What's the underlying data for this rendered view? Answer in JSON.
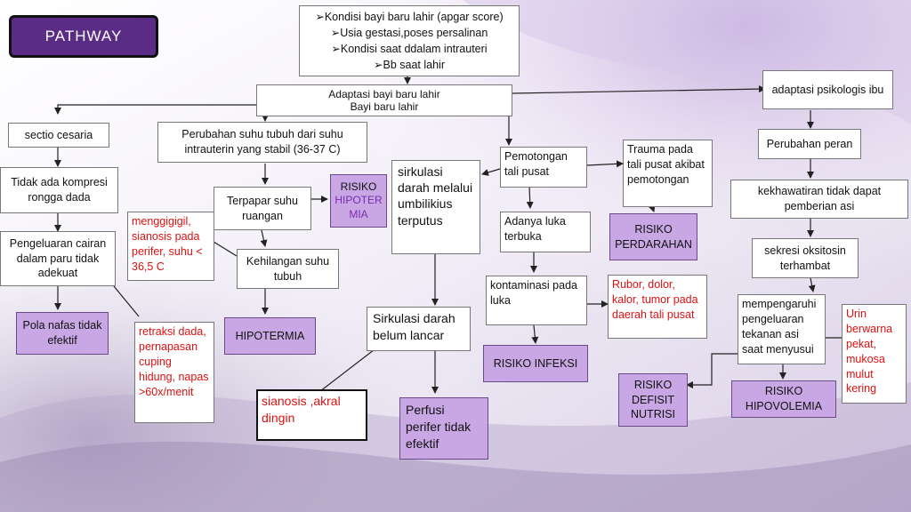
{
  "title": "PATHWAY",
  "nodes": {
    "factors": [
      "Kondisi bayi baru lahir (apgar score)",
      "Usia gestasi,poses persalinan",
      "Kondisi saat ddalam intrauteri",
      "Bb saat lahir"
    ],
    "adaptasi_bbl": "Adaptasi bayi baru lahir\nBayi baru lahir",
    "adaptasi_psikologis": "adaptasi psikologis ibu",
    "sectio": "sectio cesaria",
    "perubahan_suhu": "Perubahan suhu tubuh dari suhu intrauterin yang stabil (36-37 C)",
    "tidak_ada_kompresi": "Tidak ada kompresi rongga dada",
    "pengeluaran_cairan": "Pengeluaran cairan dalam paru tidak adekuat",
    "pola_nafas": "Pola nafas tidak efektif",
    "retraksi": "retraksi dada, pernapasan cuping hidung, napas >60x/menit",
    "terpapar": "Terpapar suhu ruangan",
    "risiko_hipotermia_1": "RISIKO",
    "risiko_hipotermia_2": "HIPOTER",
    "risiko_hipotermia_3": "MIA",
    "menggigil": "menggigigil, sianosis pada perifer, suhu < 36,5 C",
    "kehilangan": "Kehilangan suhu tubuh",
    "hipotermia": "HIPOTERMIA",
    "sirkulasi_terputus": "sirkulasi darah melalui umbilikius terputus",
    "sirkulasi_belum": "Sirkulasi darah belum lancar",
    "sianosis": "sianosis ,akral dingin",
    "perfusi": "Perfusi perifer tidak efektif",
    "pemotongan": "Pemotongan tali pusat",
    "trauma": "Trauma pada tali pusat akibat pemotongan",
    "risiko_perdarahan": "RISIKO PERDARAHAN",
    "luka_terbuka": "Adanya luka terbuka",
    "kontaminasi": "kontaminasi pada luka",
    "rubor": "Rubor, dolor, kalor, tumor pada daerah tali pusat",
    "risiko_infeksi": "RISIKO INFEKSI",
    "perubahan_peran": "Perubahan peran",
    "kekhawatiran": "kekhawatiran tidak dapat pemberian asi",
    "sekresi": "sekresi oksitosin terhambat",
    "mempengaruhi": "mempengaruhi pengeluaran tekanan asi saat menyusui",
    "urin": "Urin berwarna pekat, mukosa mulut kering",
    "risiko_defisit": "RISIKO DEFISIT NUTRISI",
    "risiko_hipovolemia": "RISIKO HIPOVOLEMIA"
  },
  "colors": {
    "purple_box": "#c9a6e4",
    "title_bg": "#5b2c86",
    "red_text": "#dd1111",
    "purple_text": "#7a2bb0"
  }
}
